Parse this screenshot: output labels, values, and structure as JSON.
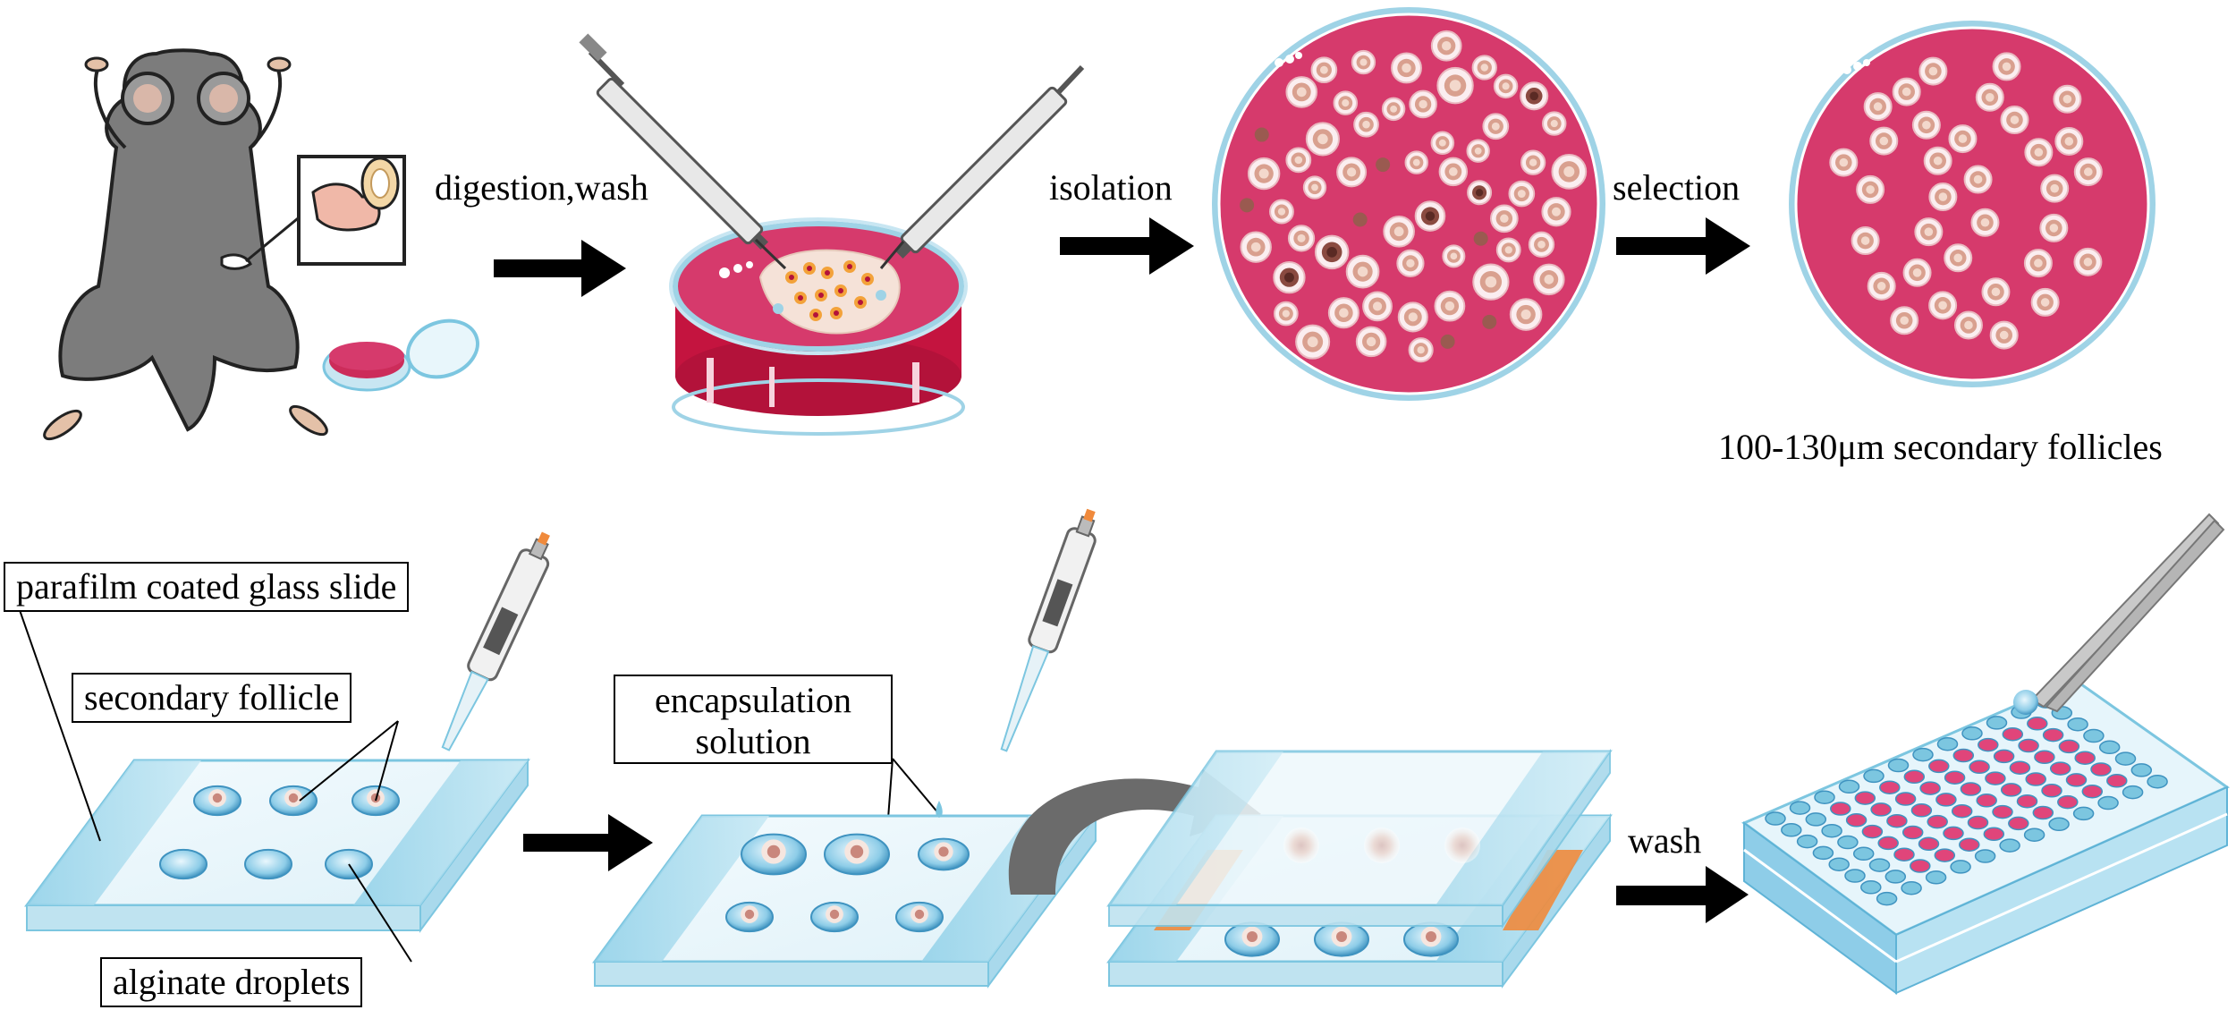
{
  "steps": {
    "digestion": "digestion,wash",
    "isolation": "isolation",
    "selection": "selection",
    "wash": "wash"
  },
  "captions": {
    "follicle_size": "100-130μm secondary follicles"
  },
  "callouts": {
    "parafilm": "parafilm coated glass slide",
    "secondary_follicle": "secondary follicle",
    "encapsulation_line1": "encapsulation",
    "encapsulation_line2": "solution",
    "alginate": "alginate droplets"
  },
  "colors": {
    "dish_medium": "#d63a6c",
    "dish_rim": "#9fd3e6",
    "slide": "#cfeaf4",
    "slide_edge": "#7cc6e0",
    "mouse": "#7a7a7a",
    "arrow": "#000000",
    "spacer": "#f08a3c"
  },
  "icons": [
    "mouse-icon",
    "syringe-icon",
    "petri-dish-icon",
    "pipette-icon",
    "glass-slide-icon",
    "well-plate-icon",
    "tweezers-icon",
    "curved-arrow-icon"
  ]
}
